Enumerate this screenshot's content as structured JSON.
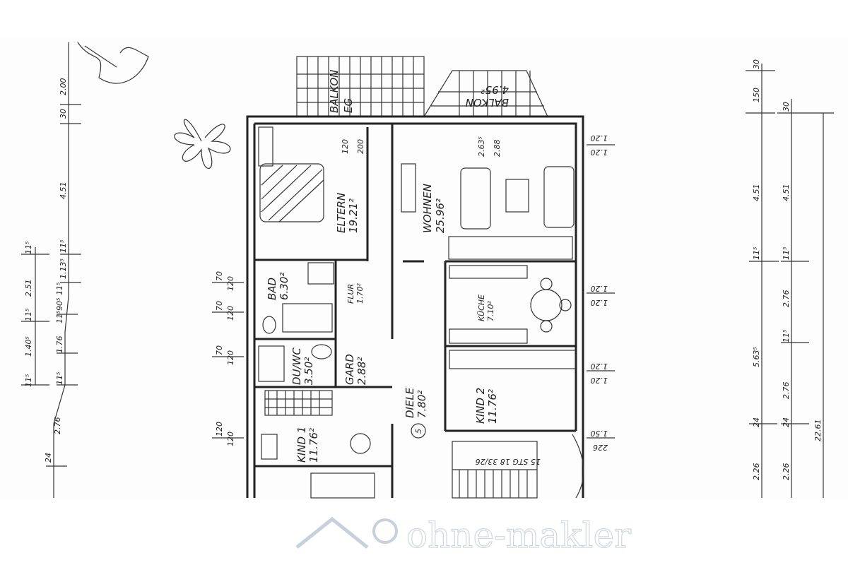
{
  "rooms": {
    "eltern": {
      "name": "ELTERN",
      "area": "19.21²"
    },
    "wohnen": {
      "name": "WOHNEN",
      "area": "25.96²"
    },
    "bad": {
      "name": "BAD",
      "area": "6.30²"
    },
    "flur": {
      "name": "FLUR",
      "area": "1.70²"
    },
    "kueche": {
      "name": "KÜCHE",
      "area": "7.10²"
    },
    "dusch": {
      "name": "DU/WC",
      "area": "3.50²"
    },
    "gard": {
      "name": "GARD",
      "area": "2.88²"
    },
    "diele": {
      "name": "DIELE",
      "area": "7.80²"
    },
    "kind1": {
      "name": "KIND 1",
      "area": "11.76²"
    },
    "kind2": {
      "name": "KIND 2",
      "area": "11.76²"
    },
    "balkon_eg": {
      "name": "BALKON",
      "sub": "EG"
    },
    "balkon": {
      "name": "BALKON",
      "area": "4.95²"
    }
  },
  "stairs": {
    "label": "15 STG 18 33/26",
    "circle": "5"
  },
  "door_heights": [
    "120",
    "200",
    "2.63⁵",
    "2.88"
  ],
  "window_dims_left": [
    {
      "top": "70",
      "bottom": "120"
    },
    {
      "top": "70",
      "bottom": "120"
    },
    {
      "top": "70",
      "bottom": "120"
    },
    {
      "top": "120",
      "bottom": "120"
    }
  ],
  "window_dims_right": [
    {
      "top": "1.20",
      "bottom": "1.20"
    },
    {
      "top": "1.20",
      "bottom": "1.20"
    },
    {
      "top": "1.20",
      "bottom": "1.20"
    },
    {
      "top": "1.50",
      "bottom": "226"
    }
  ],
  "dims_left_outer": [
    "2.00",
    "30",
    "4.51",
    "11⁵",
    "1.13⁵",
    "11⁵",
    "90⁵",
    "11⁵",
    "1.76",
    "11⁵",
    "2.76",
    "24"
  ],
  "dims_left_inner": [
    "11⁵",
    "2.51",
    "11⁵",
    "1.40⁵",
    "11⁵"
  ],
  "dims_right_1": [
    "30",
    "150",
    "4.51",
    "11⁵",
    "5.63⁵",
    "24",
    "2.26"
  ],
  "dims_right_2": [
    "30",
    "4.51",
    "11⁵",
    "2.76",
    "11⁵",
    "2.76",
    "24",
    "2.26"
  ],
  "dims_right_total": "22.61",
  "watermark": "ohne-makler",
  "colors": {
    "line": "#222222",
    "paper": "#ffffff",
    "watermark": "#c8d0dc"
  }
}
